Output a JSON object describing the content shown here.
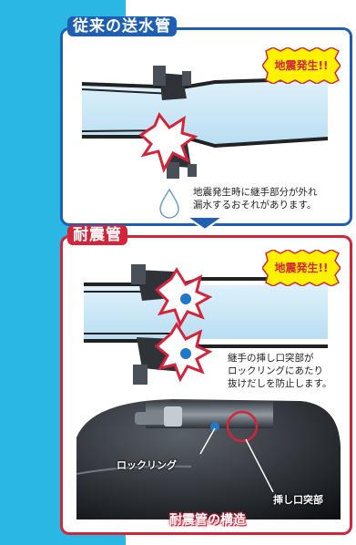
{
  "conventional": {
    "title": "従来の送水管",
    "badge": "地震発生!!",
    "note_line1": "地震発生時に継手部分が外れ",
    "note_line2": "漏水するおそれがあります。"
  },
  "seismic": {
    "title": "耐震管",
    "badge": "地震発生!!",
    "note_line1": "継手の挿し口突部が",
    "note_line2": "ロックリングにあたり",
    "note_line3": "抜けだしを防止します。",
    "label_lockring": "ロックリング",
    "label_spigot": "挿し口突部",
    "caption": "耐震管の構造"
  },
  "colors": {
    "accent_cyan": "#2bb7e3",
    "border_blue": "#1f5fb3",
    "border_red": "#d3243a",
    "badge_yellow": "#fff200"
  }
}
